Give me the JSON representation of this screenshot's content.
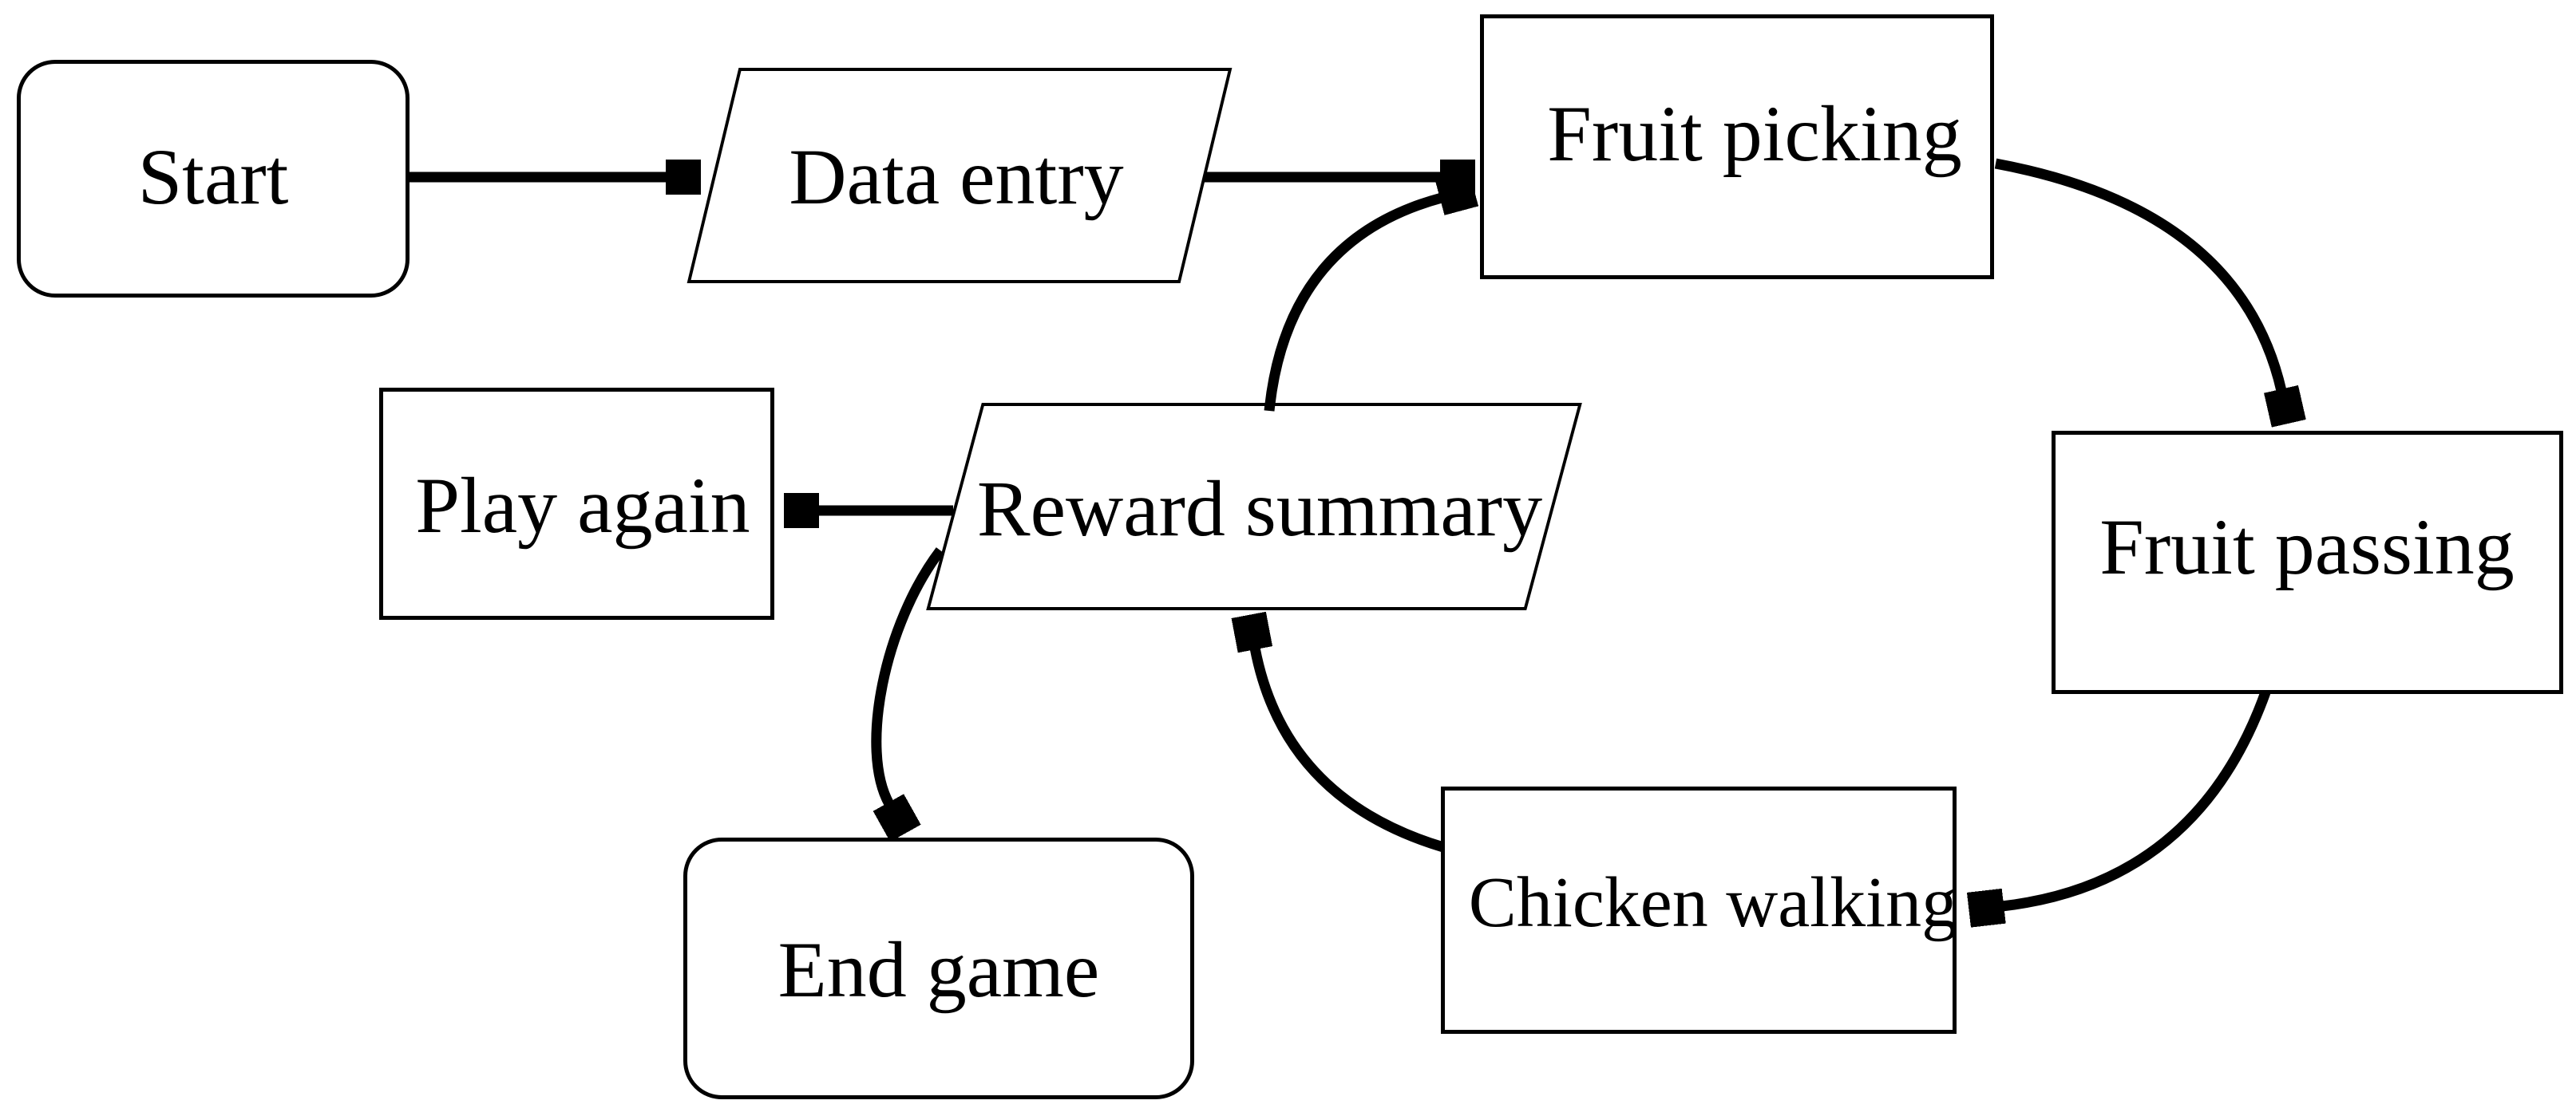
{
  "diagram": {
    "type": "flowchart",
    "background_color": "#ffffff",
    "stroke_color": "#000000",
    "text_color": "#000000",
    "nodes": [
      {
        "id": "start",
        "label": "Start",
        "shape": "rounded-rectangle",
        "role": "terminator"
      },
      {
        "id": "data-entry",
        "label": "Data entry",
        "shape": "parallelogram",
        "role": "input-output"
      },
      {
        "id": "fruit-picking",
        "label": "Fruit picking",
        "shape": "rectangle",
        "role": "process"
      },
      {
        "id": "fruit-passing",
        "label": "Fruit passing",
        "shape": "rectangle",
        "role": "process"
      },
      {
        "id": "chicken-walking",
        "label": "Chicken walking",
        "shape": "rectangle",
        "role": "process"
      },
      {
        "id": "reward-summary",
        "label": "Reward summary",
        "shape": "parallelogram",
        "role": "input-output"
      },
      {
        "id": "play-again",
        "label": "Play again",
        "shape": "rectangle",
        "role": "process"
      },
      {
        "id": "end-game",
        "label": "End game",
        "shape": "rounded-rectangle",
        "role": "terminator"
      }
    ],
    "edges": [
      {
        "from": "start",
        "to": "data-entry",
        "style": "straight"
      },
      {
        "from": "data-entry",
        "to": "fruit-picking",
        "style": "straight"
      },
      {
        "from": "fruit-picking",
        "to": "fruit-passing",
        "style": "curved"
      },
      {
        "from": "fruit-passing",
        "to": "chicken-walking",
        "style": "curved"
      },
      {
        "from": "chicken-walking",
        "to": "reward-summary",
        "style": "curved"
      },
      {
        "from": "reward-summary",
        "to": "fruit-picking",
        "style": "curved"
      },
      {
        "from": "reward-summary",
        "to": "play-again",
        "style": "straight"
      },
      {
        "from": "reward-summary",
        "to": "end-game",
        "style": "curved"
      }
    ]
  }
}
